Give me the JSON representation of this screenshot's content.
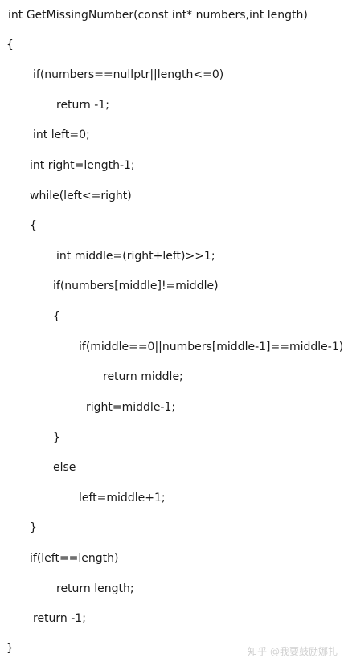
{
  "code_lines": [
    "int GetMissingNumber(const int* numbers,int length)",
    "{",
    "if(numbers==nullptr||length<=0)",
    "return -1;",
    "int left=0;",
    "int right=length-1;",
    "while(left<=right)",
    "{",
    "int middle=(right+left)>>1;",
    "if(numbers[middle]!=middle)",
    "{",
    "if(middle==0||numbers[middle-1]==middle-1)",
    "return middle;",
    "right=middle-1;",
    "}",
    "else",
    "left=middle+1;",
    "}",
    "if(left==length)",
    "return length;",
    "return -1;",
    "}"
  ],
  "watermark": "知乎 @我要鼓励娜扎"
}
